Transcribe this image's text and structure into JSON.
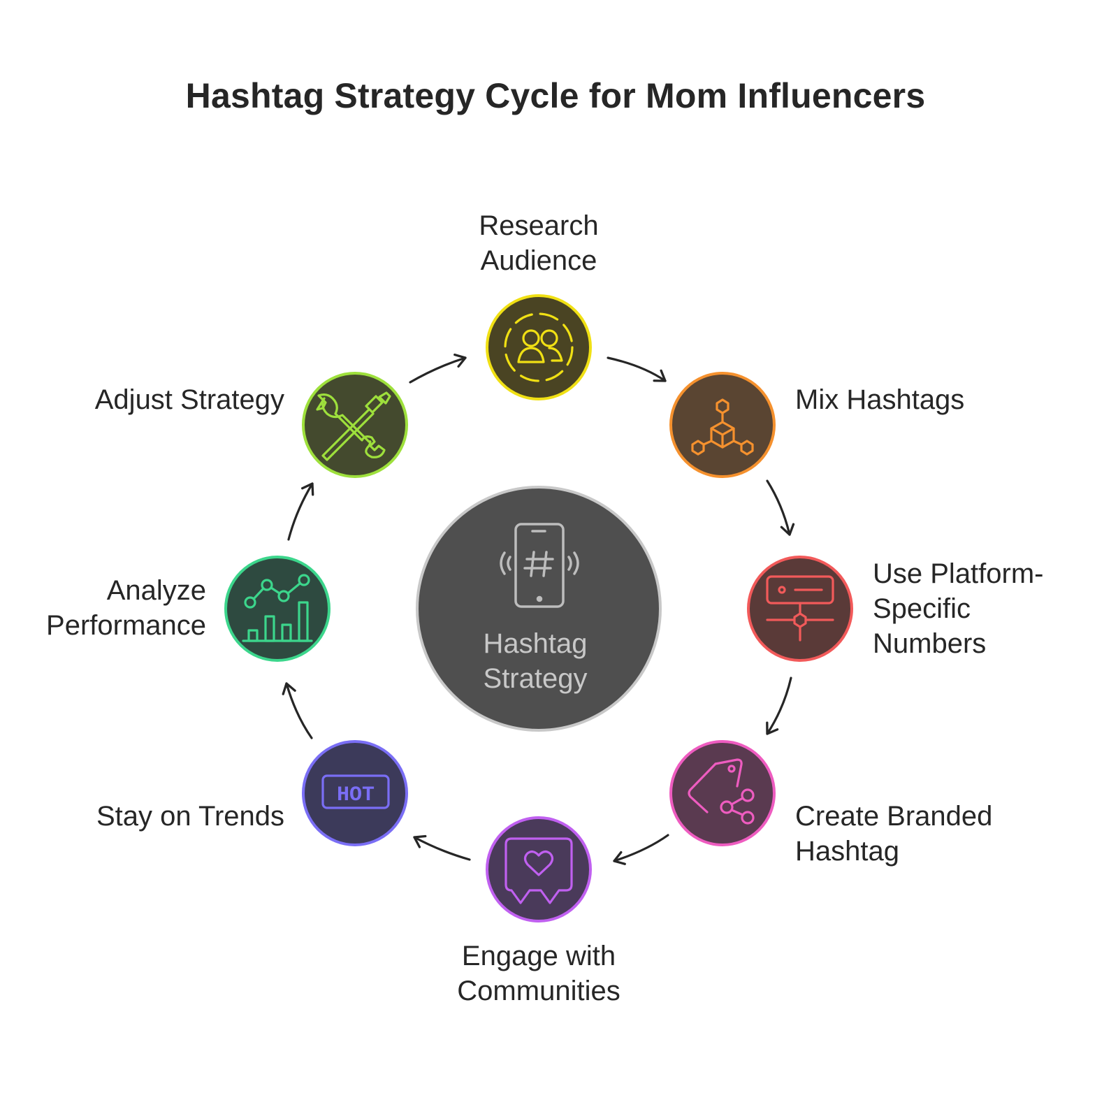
{
  "title": "Hashtag Strategy Cycle for Mom Influencers",
  "center": {
    "line1": "Hashtag",
    "line2": "Strategy",
    "icon": "phone-hashtag-icon",
    "fill": "#4f4f4f",
    "stroke": "#c8c8c8"
  },
  "steps": [
    {
      "id": "research-audience",
      "lines": [
        "Research",
        "Audience"
      ],
      "icon": "users-icon",
      "color": "#f0e014",
      "fill": "#4a4423"
    },
    {
      "id": "mix-hashtags",
      "lines": [
        "Mix Hashtags"
      ],
      "icon": "hexagon-network-icon",
      "color": "#f5912e",
      "fill": "#5a4532"
    },
    {
      "id": "use-platform-specific-numbers",
      "lines": [
        "Use Platform-",
        "Specific",
        "Numbers"
      ],
      "icon": "server-settings-icon",
      "color": "#f25a5a",
      "fill": "#5a3a38"
    },
    {
      "id": "create-branded-hashtag",
      "lines": [
        "Create Branded",
        "Hashtag"
      ],
      "icon": "tag-share-icon",
      "color": "#ee5cc0",
      "fill": "#5a3a50"
    },
    {
      "id": "engage-with-communities",
      "lines": [
        "Engage with",
        "Communities"
      ],
      "icon": "heart-chat-icon",
      "color": "#c060f0",
      "fill": "#4a3a5a"
    },
    {
      "id": "stay-on-trends",
      "lines": [
        "Stay on Trends"
      ],
      "icon": "hot-badge-icon",
      "color": "#7a6ef5",
      "fill": "#3c3a5a",
      "badge_text": "HOT"
    },
    {
      "id": "analyze-performance",
      "lines": [
        "Analyze",
        "Performance"
      ],
      "icon": "chart-icon",
      "color": "#3cd68c",
      "fill": "#2e4a40"
    },
    {
      "id": "adjust-strategy",
      "lines": [
        "Adjust Strategy"
      ],
      "icon": "tools-icon",
      "color": "#9ee03c",
      "fill": "#444a2e"
    }
  ]
}
